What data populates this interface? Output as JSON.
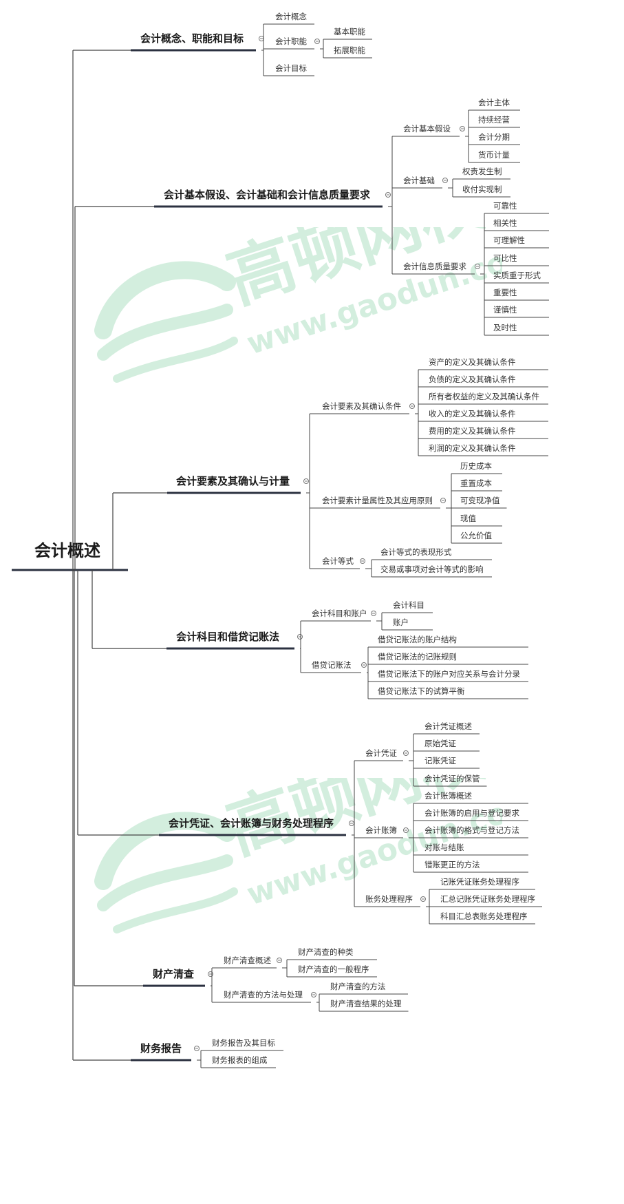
{
  "watermark": {
    "brand": "高顿网校",
    "site": "www.gaodun.com",
    "color": "#3db36c"
  },
  "colors": {
    "line": "#444444",
    "underline_thick": "#2b3140",
    "text": "#333333",
    "title": "#1a1a1a"
  },
  "mindmap": {
    "root": "会计概述",
    "branches": [
      {
        "label": "会计概念、职能和目标",
        "children": [
          {
            "label": "会计概念"
          },
          {
            "label": "会计职能",
            "children": [
              {
                "label": "基本职能"
              },
              {
                "label": "拓展职能"
              }
            ]
          },
          {
            "label": "会计目标"
          }
        ]
      },
      {
        "label": "会计基本假设、会计基础和会计信息质量要求",
        "children": [
          {
            "label": "会计基本假设",
            "children": [
              {
                "label": "会计主体"
              },
              {
                "label": "持续经营"
              },
              {
                "label": "会计分期"
              },
              {
                "label": "货币计量"
              }
            ]
          },
          {
            "label": "会计基础",
            "children": [
              {
                "label": "权责发生制"
              },
              {
                "label": "收付实现制"
              }
            ]
          },
          {
            "label": "会计信息质量要求",
            "children": [
              {
                "label": "可靠性"
              },
              {
                "label": "相关性"
              },
              {
                "label": "可理解性"
              },
              {
                "label": "可比性"
              },
              {
                "label": "实质重于形式"
              },
              {
                "label": "重要性"
              },
              {
                "label": "谨慎性"
              },
              {
                "label": "及时性"
              }
            ]
          }
        ]
      },
      {
        "label": "会计要素及其确认与计量",
        "children": [
          {
            "label": "会计要素及其确认条件",
            "children": [
              {
                "label": "资产的定义及其确认条件"
              },
              {
                "label": "负债的定义及其确认条件"
              },
              {
                "label": "所有者权益的定义及其确认条件"
              },
              {
                "label": "收入的定义及其确认条件"
              },
              {
                "label": "费用的定义及其确认条件"
              },
              {
                "label": "利润的定义及其确认条件"
              }
            ]
          },
          {
            "label": "会计要素计量属性及其应用原则",
            "children": [
              {
                "label": "历史成本"
              },
              {
                "label": "重置成本"
              },
              {
                "label": "可变现净值"
              },
              {
                "label": "现值"
              },
              {
                "label": "公允价值"
              }
            ]
          },
          {
            "label": "会计等式",
            "children": [
              {
                "label": "会计等式的表现形式"
              },
              {
                "label": "交易或事项对会计等式的影响"
              }
            ]
          }
        ]
      },
      {
        "label": "会计科目和借贷记账法",
        "children": [
          {
            "label": "会计科目和账户",
            "children": [
              {
                "label": "会计科目"
              },
              {
                "label": "账户"
              }
            ]
          },
          {
            "label": "借贷记账法",
            "children": [
              {
                "label": "借贷记账法的账户结构"
              },
              {
                "label": "借贷记账法的记账规则"
              },
              {
                "label": "借贷记账法下的账户对应关系与会计分录"
              },
              {
                "label": "借贷记账法下的试算平衡"
              }
            ]
          }
        ]
      },
      {
        "label": "会计凭证、会计账簿与财务处理程序",
        "children": [
          {
            "label": "会计凭证",
            "children": [
              {
                "label": "会计凭证概述"
              },
              {
                "label": "原始凭证"
              },
              {
                "label": "记账凭证"
              },
              {
                "label": "会计凭证的保管"
              }
            ]
          },
          {
            "label": "会计账簿",
            "children": [
              {
                "label": "会计账簿概述"
              },
              {
                "label": "会计账簿的启用与登记要求"
              },
              {
                "label": "会计账簿的格式与登记方法"
              },
              {
                "label": "对账与结账"
              },
              {
                "label": "错账更正的方法"
              }
            ]
          },
          {
            "label": "账务处理程序",
            "children": [
              {
                "label": "记账凭证账务处理程序"
              },
              {
                "label": "汇总记账凭证账务处理程序"
              },
              {
                "label": "科目汇总表账务处理程序"
              }
            ]
          }
        ]
      },
      {
        "label": "财产清查",
        "children": [
          {
            "label": "财产清查概述",
            "children": [
              {
                "label": "财产清查的种类"
              },
              {
                "label": "财产清查的一般程序"
              }
            ]
          },
          {
            "label": "财产清查的方法与处理",
            "children": [
              {
                "label": "财产清查的方法"
              },
              {
                "label": "财产清查结果的处理"
              }
            ]
          }
        ]
      },
      {
        "label": "财务报告",
        "children": [
          {
            "label": "财务报告及其目标"
          },
          {
            "label": "财务报表的组成"
          }
        ]
      }
    ]
  }
}
